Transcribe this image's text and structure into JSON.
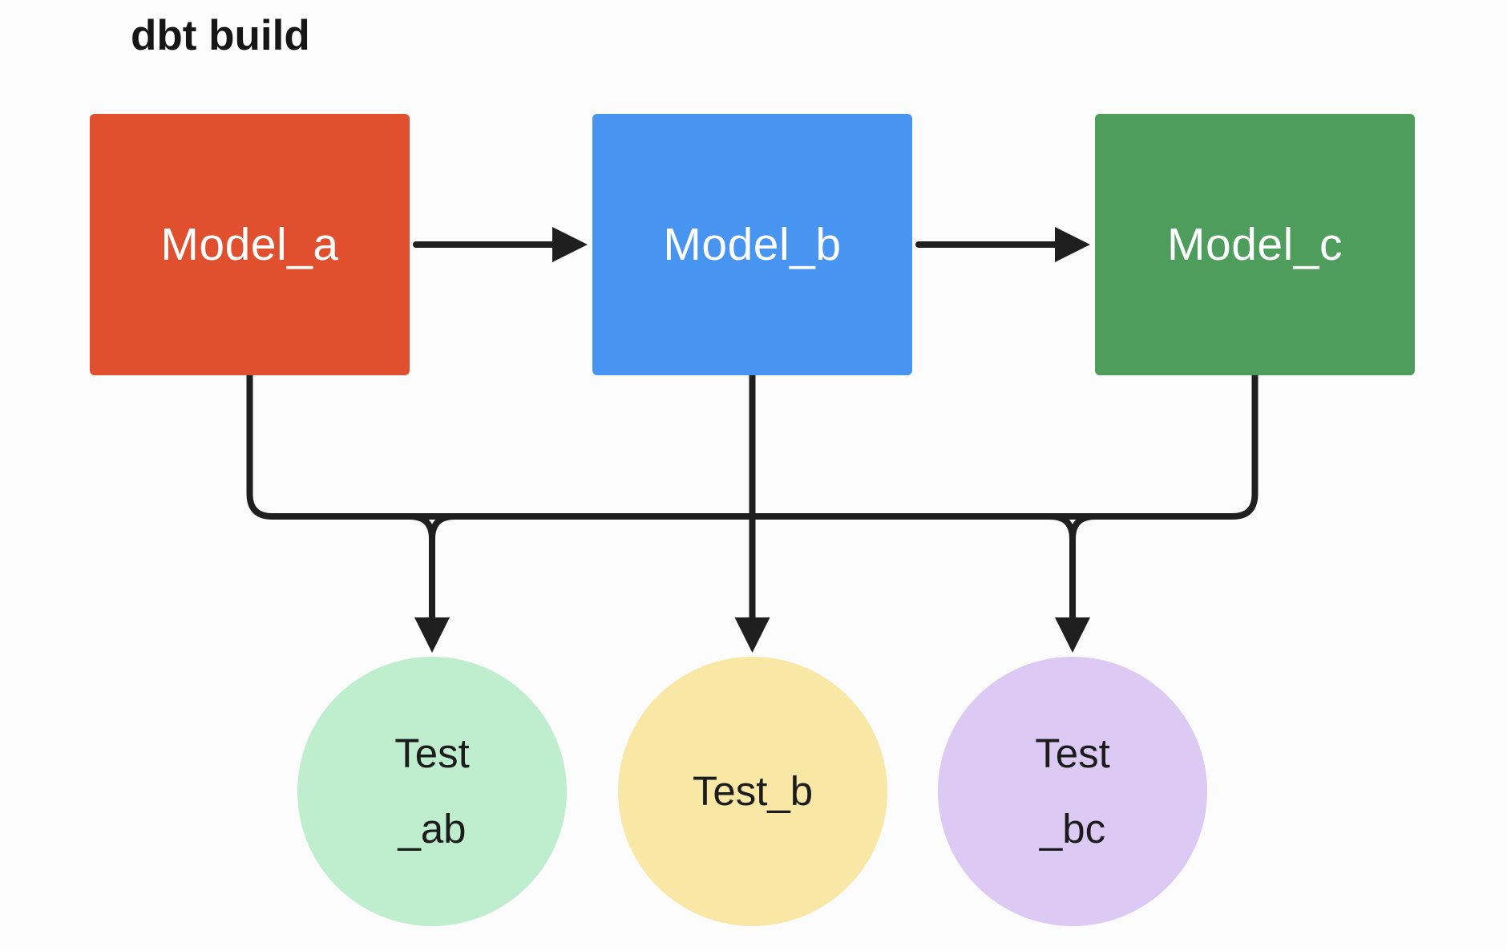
{
  "title": "dbt build",
  "colors": {
    "background": "#FCFCFC",
    "connector_line": "#1F1F1F",
    "model_a_fill": "#E0502F",
    "model_b_fill": "#4795F1",
    "model_c_fill": "#4F9D5D",
    "test_ab_fill": "#BFEECE",
    "test_b_fill": "#F9E7A6",
    "test_bc_fill": "#DCC9F4",
    "model_text": "#FFFFFF",
    "test_text": "#1C1C1C"
  },
  "models": [
    {
      "id": "model_a",
      "label": "Model_a",
      "color": "#E0502F"
    },
    {
      "id": "model_b",
      "label": "Model_b",
      "color": "#4795F1"
    },
    {
      "id": "model_c",
      "label": "Model_c",
      "color": "#4F9D5D"
    }
  ],
  "tests": [
    {
      "id": "test_ab",
      "lines": [
        "Test",
        "_ab"
      ],
      "color": "#BFEECE"
    },
    {
      "id": "test_b",
      "lines": [
        "Test_b"
      ],
      "color": "#F9E7A6"
    },
    {
      "id": "test_bc",
      "lines": [
        "Test",
        "_bc"
      ],
      "color": "#DCC9F4"
    }
  ],
  "edges": [
    "Model_a -> Model_b",
    "Model_b -> Model_c",
    "Model_a -> Test_ab",
    "Model_b -> Test_ab",
    "Model_b -> Test_b",
    "Model_b -> Test_bc",
    "Model_c -> Test_bc"
  ]
}
